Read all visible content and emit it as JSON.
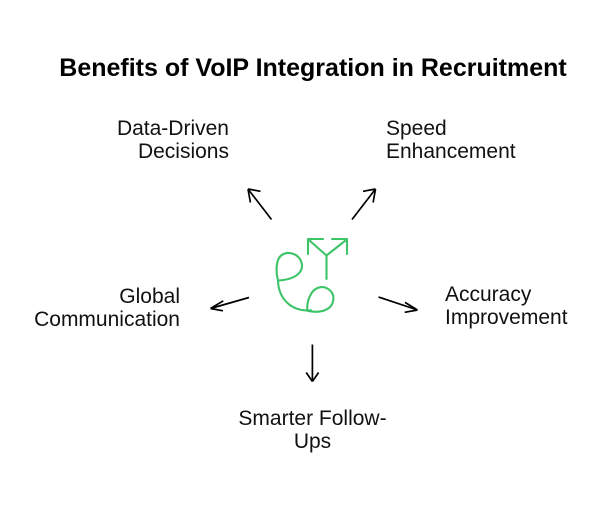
{
  "title": "Benefits of VoIP Integration in Recruitment",
  "diagram": {
    "center_icon": "phone-call-split-icon",
    "colors": {
      "background": "#ffffff",
      "title_text": "#000000",
      "label_text": "#111111",
      "icon_green": "#3ec468",
      "arrow_black": "#000000"
    },
    "benefits": [
      {
        "id": "data-driven-decisions",
        "position": "top-left",
        "lines": [
          "Data-Driven",
          "Decisions"
        ]
      },
      {
        "id": "speed-enhancement",
        "position": "top-right",
        "lines": [
          "Speed",
          "Enhancement"
        ]
      },
      {
        "id": "global-communication",
        "position": "left",
        "lines": [
          "Global",
          "Communication"
        ]
      },
      {
        "id": "accuracy-improvement",
        "position": "right",
        "lines": [
          "Accuracy",
          "Improvement"
        ]
      },
      {
        "id": "smarter-follow-ups",
        "position": "bottom",
        "lines": [
          "Smarter Follow-",
          "Ups"
        ]
      }
    ]
  }
}
